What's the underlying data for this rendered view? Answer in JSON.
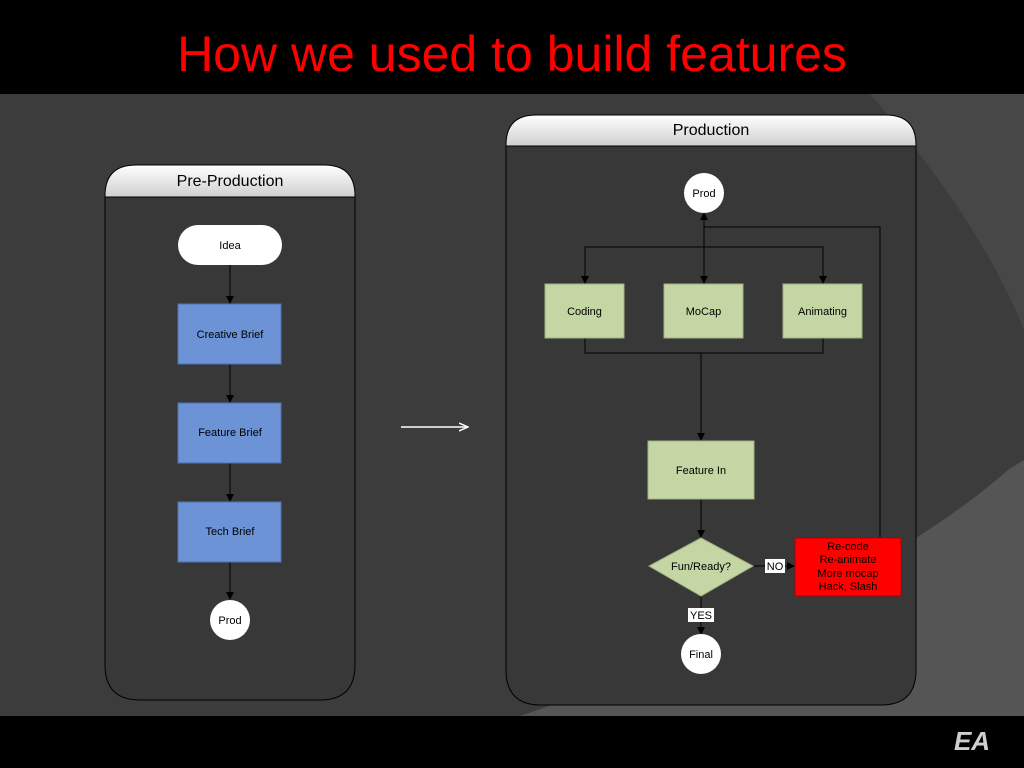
{
  "slide": {
    "title": "How we used to build features",
    "logo_text": "EA"
  },
  "pre_production": {
    "header": "Pre-Production",
    "nodes": {
      "idea": "Idea",
      "creative_brief": "Creative Brief",
      "feature_brief": "Feature Brief",
      "tech_brief": "Tech Brief",
      "prod": "Prod"
    }
  },
  "production": {
    "header": "Production",
    "nodes": {
      "prod": "Prod",
      "coding": "Coding",
      "mocap": "MoCap",
      "animating": "Animating",
      "feature_in": "Feature In",
      "decision": "Fun/Ready?",
      "no_label": "NO",
      "yes_label": "YES",
      "final": "Final",
      "rework": [
        "Re-code",
        "Re-animate",
        "More mocap",
        "Hack, Slash"
      ]
    }
  },
  "colors": {
    "title": "#ff0000",
    "blue_box": "#6b93d6",
    "green_box": "#c4d6a3",
    "red_box": "#ff0000"
  }
}
